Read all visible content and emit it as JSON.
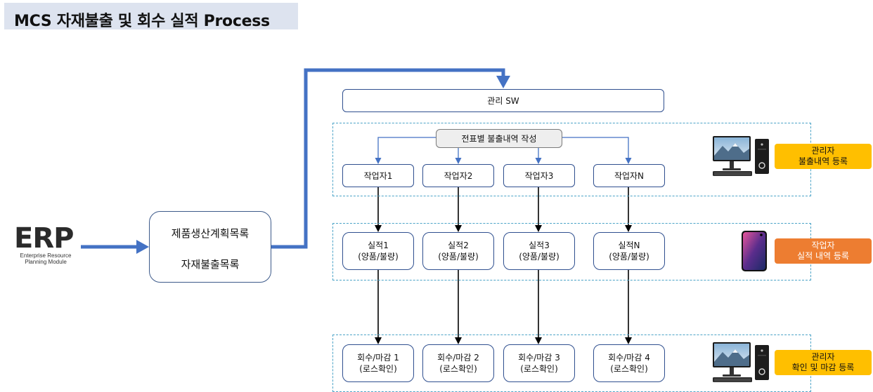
{
  "title": "MCS 자재불출 및 회수 실적 Process",
  "erp": {
    "word": "ERP",
    "sub_line1": "Enterprise Resource",
    "sub_line2": "Planning Module"
  },
  "plan_box": {
    "line1": "제품생산계획목록",
    "line2": "자재불출목록"
  },
  "management_sw": "관리 SW",
  "issue_task": "전표별 불출내역 작성",
  "workers": [
    "작업자1",
    "작업자2",
    "작업자3",
    "작업자N"
  ],
  "results": [
    {
      "line1": "실적1",
      "line2": "(양품/불량)"
    },
    {
      "line1": "실적2",
      "line2": "(양품/불량)"
    },
    {
      "line1": "실적3",
      "line2": "(양품/불량)"
    },
    {
      "line1": "실적N",
      "line2": "(양품/불량)"
    }
  ],
  "recovery": [
    {
      "line1": "회수/마감 1",
      "line2": "(로스확인)"
    },
    {
      "line1": "회수/마감 2",
      "line2": "(로스확인)"
    },
    {
      "line1": "회수/마감 3",
      "line2": "(로스확인)"
    },
    {
      "line1": "회수/마감 4",
      "line2": "(로스확인)"
    }
  ],
  "badges": {
    "admin_issue": {
      "line1": "관리자",
      "line2": "불출내역 등록",
      "color": "#ffbf00"
    },
    "worker_result": {
      "line1": "작업자",
      "line2": "실적 내역 등록",
      "color": "#ed7d31"
    },
    "admin_close": {
      "line1": "관리자",
      "line2": "확인 및 마감 등록",
      "color": "#ffbf00"
    }
  },
  "icons": {
    "pc": "desktop-computer-icon",
    "phone": "smartphone-icon"
  },
  "colors": {
    "flow_arrow": "#4472c4",
    "dashed_border": "#4ba3c7",
    "title_bg": "#dde3ef"
  }
}
